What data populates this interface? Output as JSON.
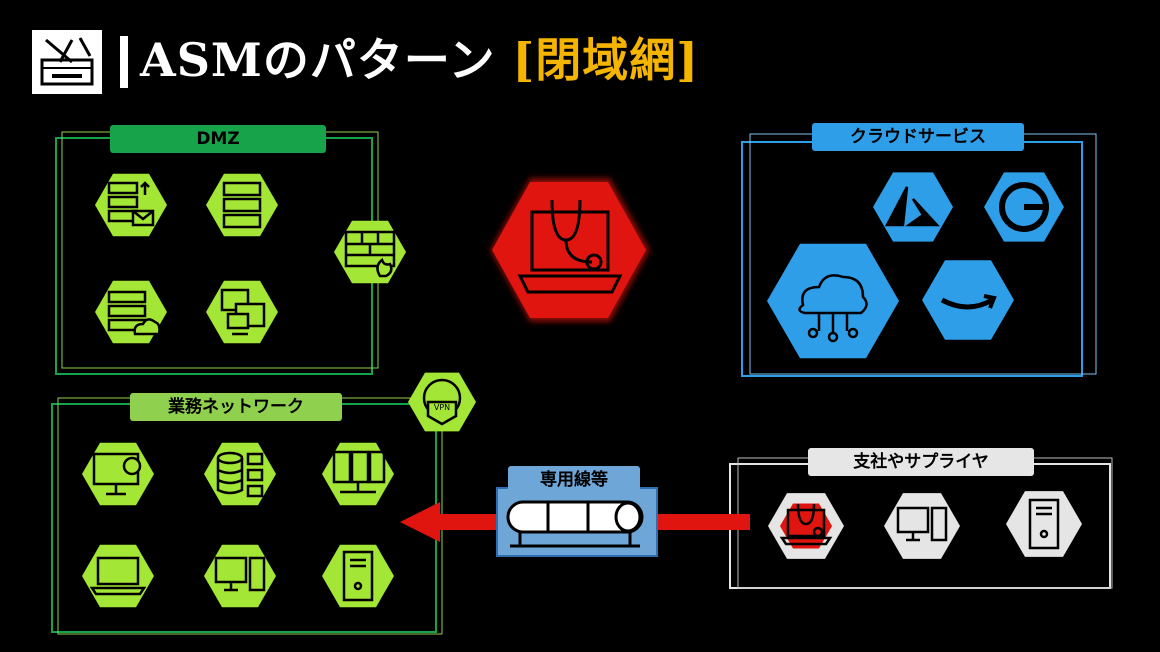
{
  "title": {
    "main": "ASMのパターン ",
    "highlight": "[閉域網]"
  },
  "zones": {
    "dmz": "DMZ",
    "cloud": "クラウドサービス",
    "business": "業務ネットワーク",
    "branch": "支社やサプライヤ",
    "line": "専用線等"
  },
  "colors": {
    "green": "#a3e635",
    "red": "#e0150f",
    "blue": "#2f9ee8",
    "gray": "#e5e5e5",
    "title_highlight": "#f4b400"
  },
  "icons": {
    "dmz": [
      "mail-server-icon",
      "server-rack-icon",
      "firewall-icon",
      "cloud-server-icon",
      "remote-desktop-icon"
    ],
    "cloud": [
      "azure-logo-icon",
      "google-cloud-logo-icon",
      "cloud-network-icon",
      "amazon-logo-icon"
    ],
    "business": [
      "computer-settings-icon",
      "database-files-icon",
      "server-network-icon",
      "laptop-icon",
      "desktop-pc-icon",
      "tower-pc-icon",
      "vpn-shield-icon"
    ],
    "branch": [
      "diagnostic-laptop-icon",
      "desktop-pc-icon",
      "tower-pc-icon"
    ],
    "center": "asm-diagnostic-laptop-icon"
  }
}
